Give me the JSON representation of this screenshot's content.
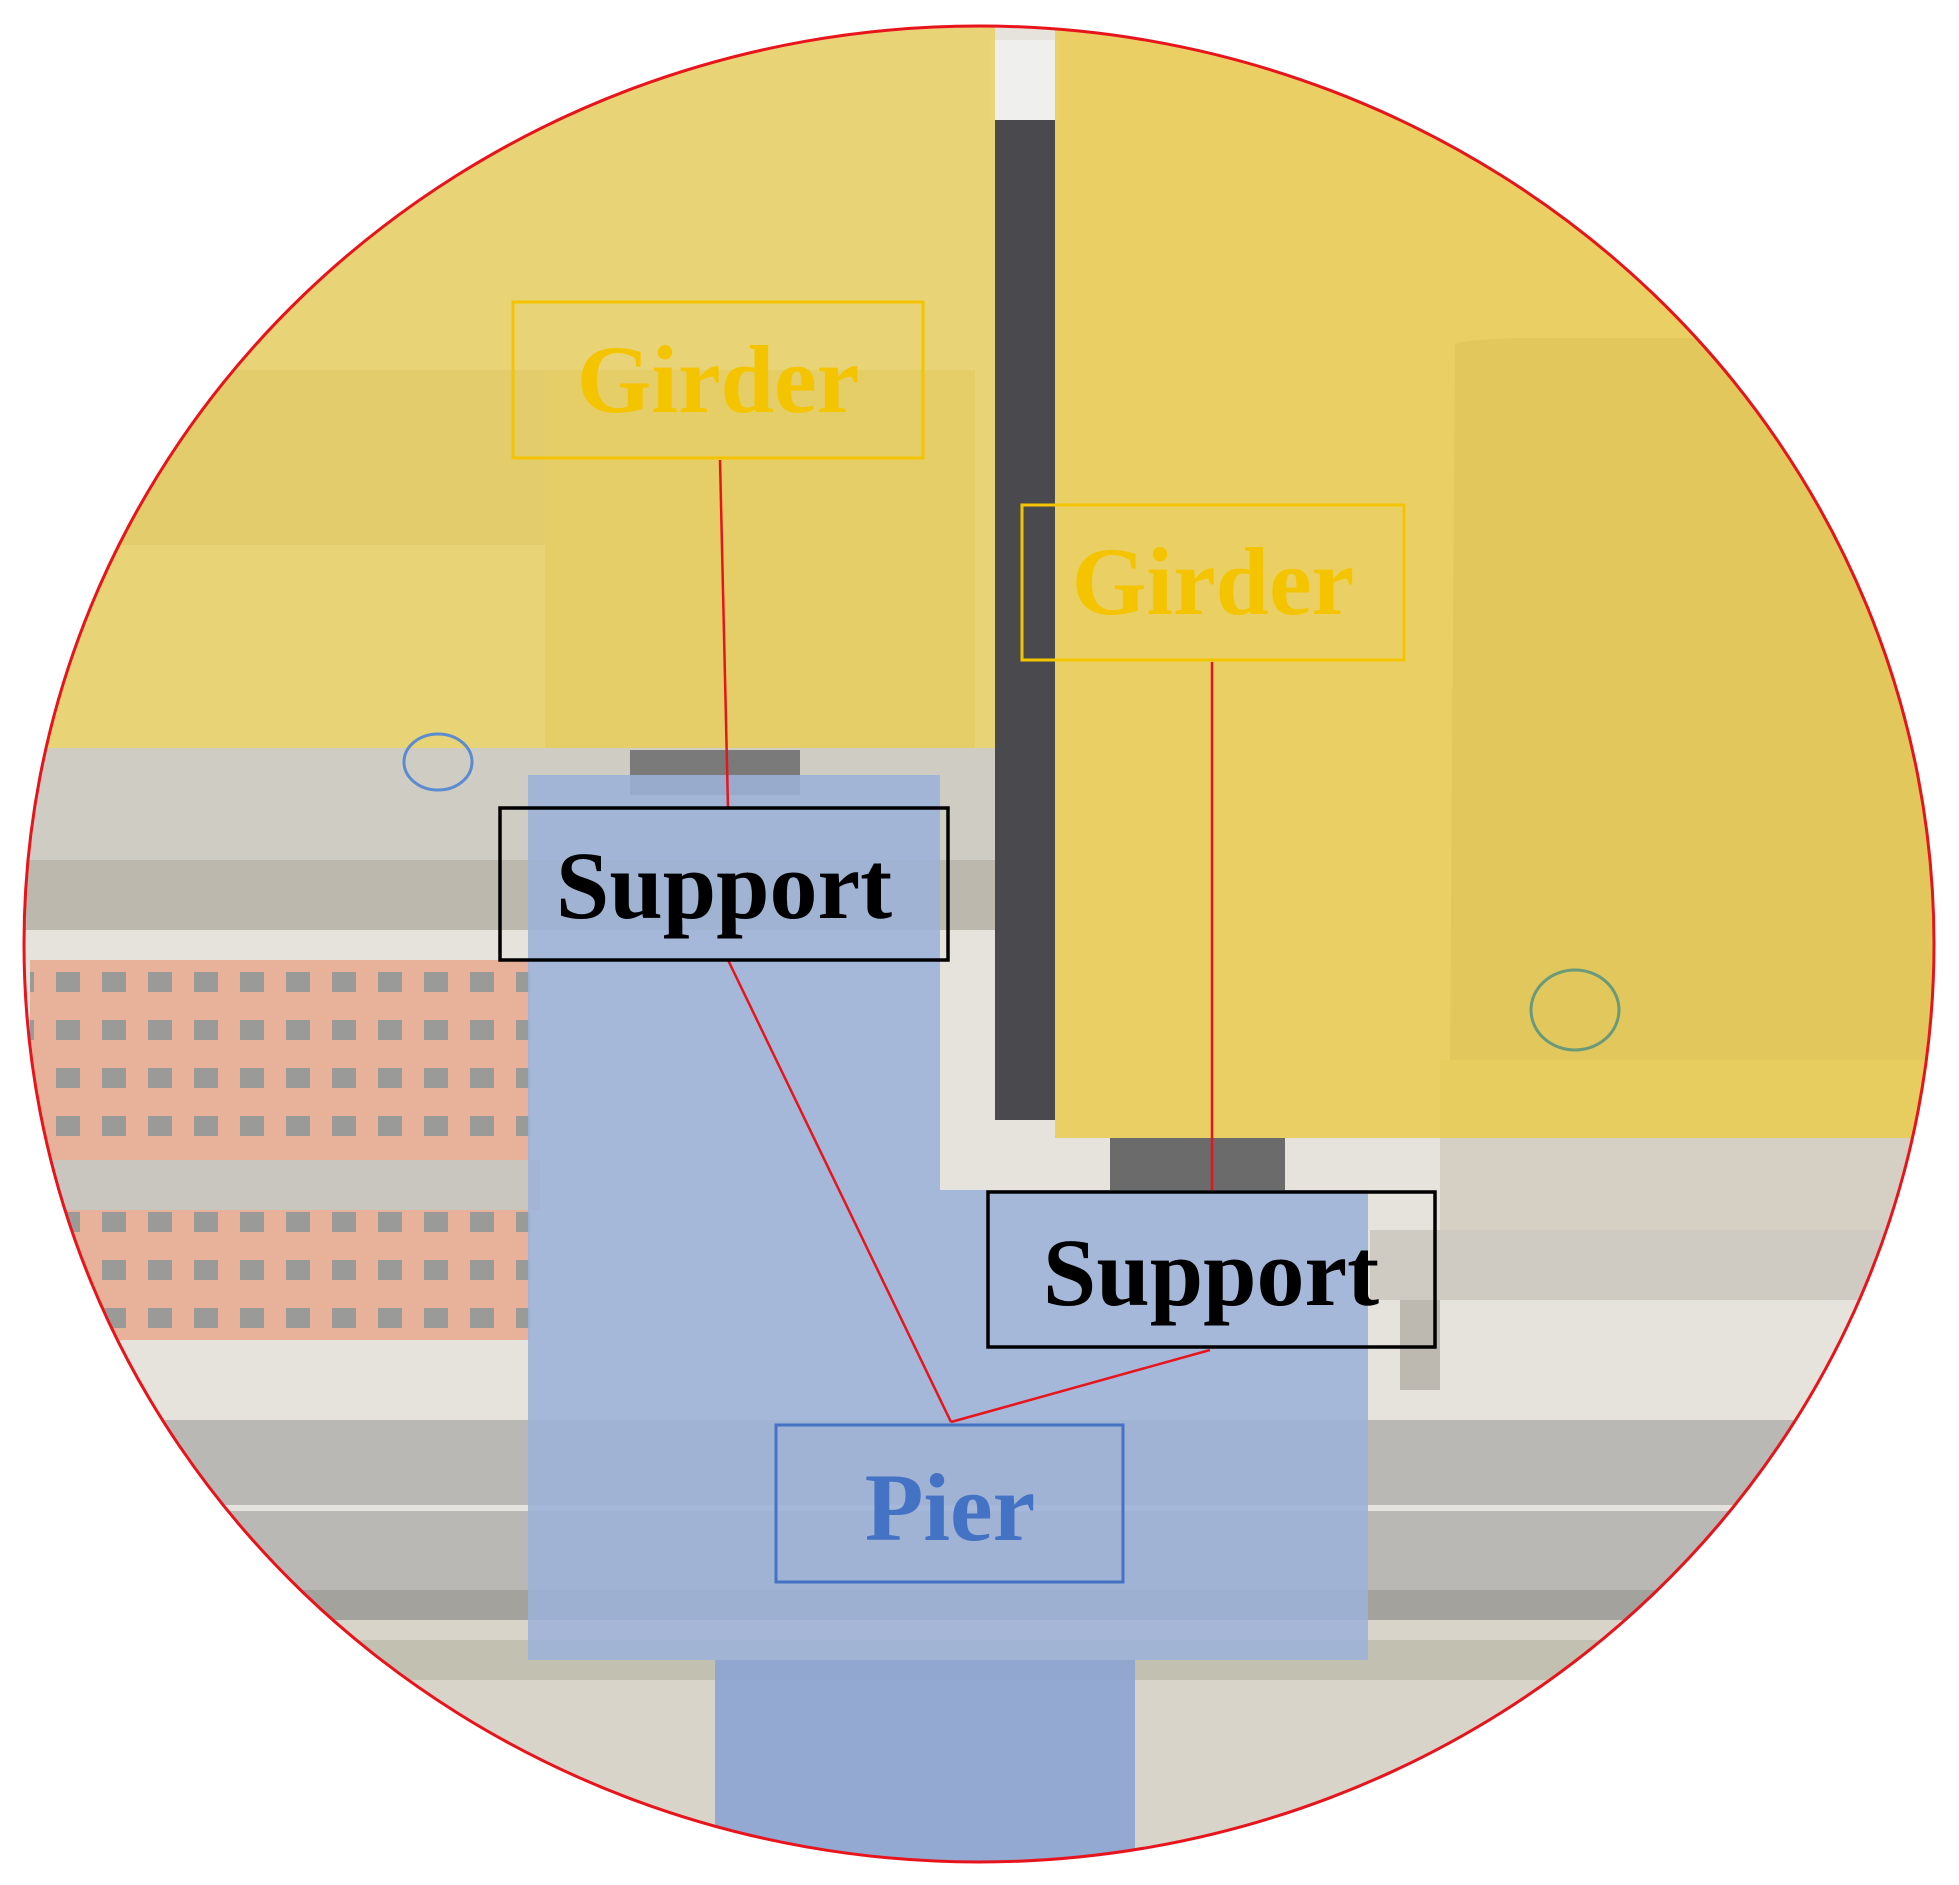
{
  "labels": {
    "girder_left": "Girder",
    "girder_right": "Girder",
    "support_left": "Support",
    "support_right": "Support",
    "pier": "Pier"
  },
  "colors": {
    "girder": "#f5c400",
    "girder_overlay": "#e9cf60",
    "support": "#000000",
    "pier": "#4472c4",
    "pier_overlay": "#9db2d8",
    "leader_line": "#e8141c",
    "frame": "#e8141c",
    "background": "#ffffff"
  }
}
